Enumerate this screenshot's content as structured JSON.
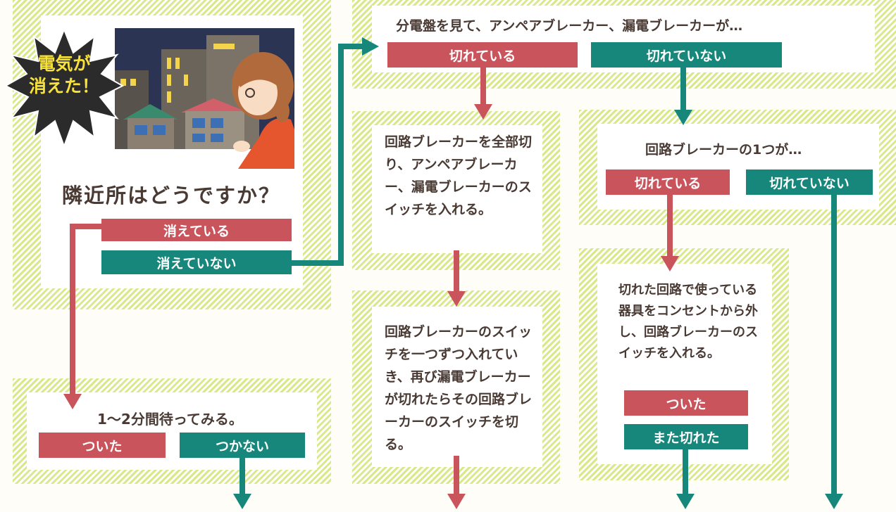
{
  "start": {
    "burst_text": "電気が\n消えた！",
    "question": "隣近所はどうですか？",
    "options": {
      "yes": "消えている",
      "no": "消えていない"
    }
  },
  "panel_wait": {
    "text": "1～2分間待ってみる。",
    "options": {
      "on": "ついた",
      "off": "つかない"
    }
  },
  "panel_main": {
    "text": "分電盤を見て、アンペアブレーカー、漏電ブレーカーが…",
    "options": {
      "tripped": "切れている",
      "not_tripped": "切れていない"
    }
  },
  "panel_reset": {
    "text": "回路ブレーカーを全部切り、アンペアブレーカー、漏電ブレーカーのスイッチを入れる。"
  },
  "panel_circuit": {
    "text": "回路ブレーカーの1つが…",
    "options": {
      "tripped": "切れている",
      "not_tripped": "切れていない"
    }
  },
  "panel_one_by_one": {
    "text": "回路ブレーカーのスイッチを一つずつ入れていき、再び漏電ブレーカーが切れたらその回路ブレーカーのスイッチを切る。"
  },
  "panel_unplug": {
    "text": "切れた回路で使っている器具をコンセントから外し、回路ブレーカーのスイッチを入れる。",
    "options": {
      "on": "ついた",
      "tripped_again": "また切れた"
    }
  },
  "colors": {
    "red": "#c9545c",
    "teal": "#17877b",
    "stripe": "#d8e88a",
    "text": "#4a3a34"
  },
  "icons": [
    "explosion-burst-icon",
    "night-town-illustration",
    "woman-illustration",
    "arrow-down-icon",
    "arrow-right-icon"
  ]
}
